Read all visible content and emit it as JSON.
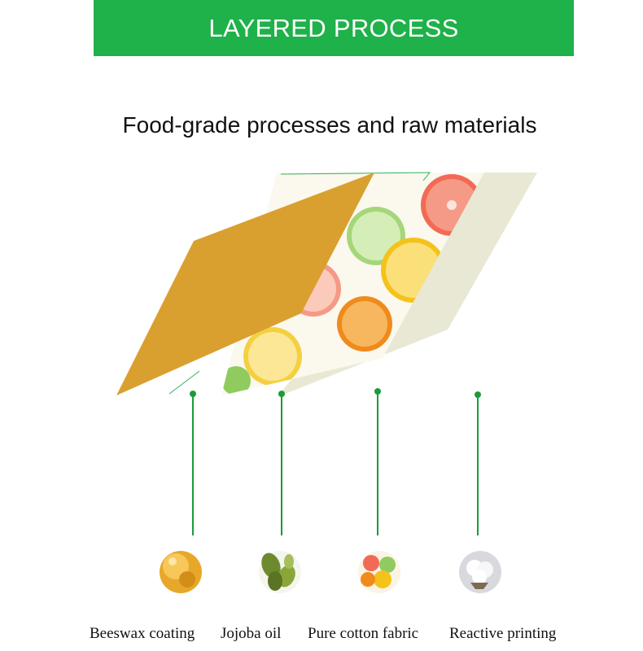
{
  "header": {
    "title": "LAYERED PROCESS"
  },
  "subtitle": "Food-grade processes and raw materials",
  "colors": {
    "accent_green": "#1fb14a",
    "beeswax": "#d9a030",
    "cotton_layer": "#e9e8d4",
    "connector_green": "#1a9c3a"
  },
  "layers": [
    {
      "name": "beeswax-layer"
    },
    {
      "name": "printed-fruit-layer"
    },
    {
      "name": "cotton-layer"
    }
  ],
  "materials": [
    {
      "label": "Beeswax coating",
      "icon": "beeswax-icon"
    },
    {
      "label": "Jojoba oil",
      "icon": "jojoba-icon"
    },
    {
      "label": "Pure cotton fabric",
      "icon": "citrus-fabric-icon"
    },
    {
      "label": "Reactive printing",
      "icon": "cotton-flower-icon"
    }
  ]
}
